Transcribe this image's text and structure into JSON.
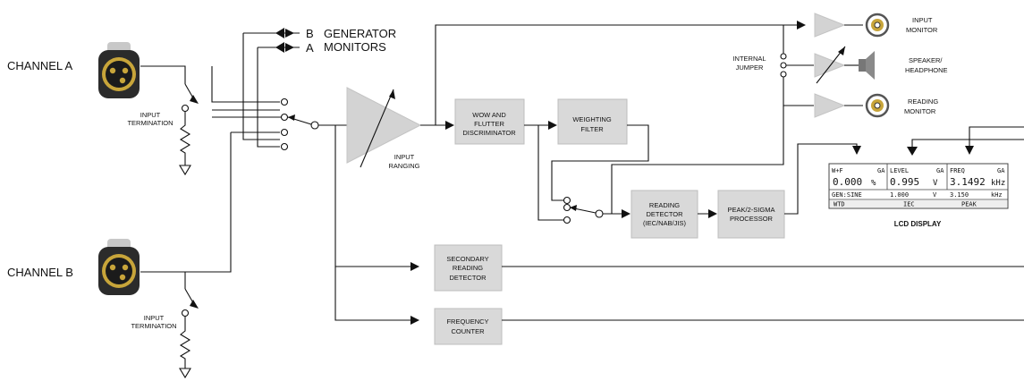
{
  "channels": {
    "a": "CHANNEL A",
    "b": "CHANNEL B"
  },
  "generator": {
    "b": "B",
    "a": "A",
    "label_line1": "GENERATOR",
    "label_line2": "MONITORS"
  },
  "input_termination": {
    "line1": "INPUT",
    "line2": "TERMINATION"
  },
  "input_ranging": {
    "line1": "INPUT",
    "line2": "RANGING"
  },
  "blocks": {
    "wow_flutter": [
      "WOW AND",
      "FLUTTER",
      "DISCRIMINATOR"
    ],
    "weighting": [
      "WEIGHTING",
      "FILTER"
    ],
    "reading_detector": [
      "READING",
      "DETECTOR",
      "(IEC/NAB/JIS)"
    ],
    "peak_sigma": [
      "PEAK/2-SIGMA",
      "PROCESSOR"
    ],
    "secondary": [
      "SECONDARY",
      "READING",
      "DETECTOR"
    ],
    "frequency": [
      "FREQUENCY",
      "COUNTER"
    ]
  },
  "internal_jumper": {
    "line1": "INTERNAL",
    "line2": "JUMPER"
  },
  "outputs": {
    "input_monitor": [
      "INPUT",
      "MONITOR"
    ],
    "speaker": [
      "SPEAKER/",
      "HEADPHONE"
    ],
    "reading_monitor": [
      "READING",
      "MONITOR"
    ]
  },
  "lcd": {
    "caption": "LCD DISPLAY",
    "col1_header": "W+F",
    "col1_header_tag": "GA",
    "col1_value": "0.000",
    "col1_unit": "%",
    "col2_header": "LEVEL",
    "col2_header_tag": "GA",
    "col2_value": "0.995",
    "col2_unit": "V",
    "col3_header": "FREQ",
    "col3_header_tag": "GA",
    "col3_value": "3.1492",
    "col3_unit": "kHz",
    "row2_label": "GEN:SINE",
    "row2_level": "1.000",
    "row2_level_unit": "V",
    "row2_freq": "3.150",
    "row2_freq_unit": "kHz",
    "row3_c1": "WTD",
    "row3_c2": "IEC",
    "row3_c3": "PEAK"
  }
}
